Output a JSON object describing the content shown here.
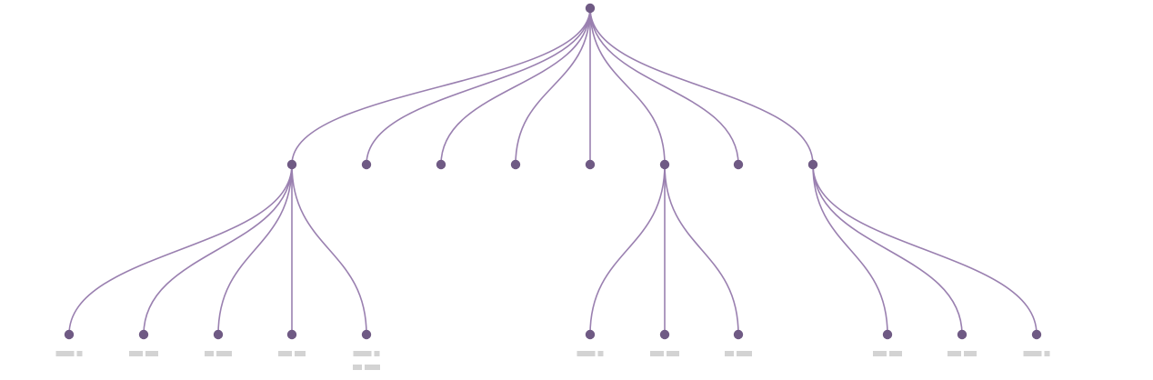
{
  "diagram": {
    "type": "tree",
    "colors": {
      "link": "#9a80b0",
      "node": "#6f5a84",
      "label_placeholder": "#d3d3d3"
    },
    "label_text_visible": false,
    "root": {
      "id": "root",
      "children": [
        {
          "id": "a",
          "children": [
            {
              "id": "a1",
              "label_lines": [
                [
                  20,
                  6
                ]
              ]
            },
            {
              "id": "a2",
              "label_lines": [
                [
                  15,
                  14
                ]
              ]
            },
            {
              "id": "a3",
              "label_lines": [
                [
                  10,
                  17
                ]
              ]
            },
            {
              "id": "a4",
              "label_lines": [
                [
                  15,
                  12
                ]
              ]
            },
            {
              "id": "a5",
              "label_lines": [
                [
                  20,
                  6
                ],
                [
                  10,
                  17
                ]
              ]
            }
          ]
        },
        {
          "id": "b"
        },
        {
          "id": "c"
        },
        {
          "id": "d"
        },
        {
          "id": "e"
        },
        {
          "id": "f",
          "children": [
            {
              "id": "f1",
              "label_lines": [
                [
                  20,
                  6
                ]
              ]
            },
            {
              "id": "f2",
              "label_lines": [
                [
                  15,
                  14
                ]
              ]
            },
            {
              "id": "f3",
              "label_lines": [
                [
                  10,
                  17
                ]
              ]
            }
          ]
        },
        {
          "id": "g"
        },
        {
          "id": "h",
          "children": [
            {
              "id": "h1",
              "label_lines": [
                [
                  15,
                  14
                ]
              ]
            },
            {
              "id": "h2",
              "label_lines": [
                [
                  15,
                  14
                ]
              ]
            },
            {
              "id": "h3",
              "label_lines": [
                [
                  20,
                  6
                ]
              ]
            }
          ]
        }
      ]
    }
  }
}
